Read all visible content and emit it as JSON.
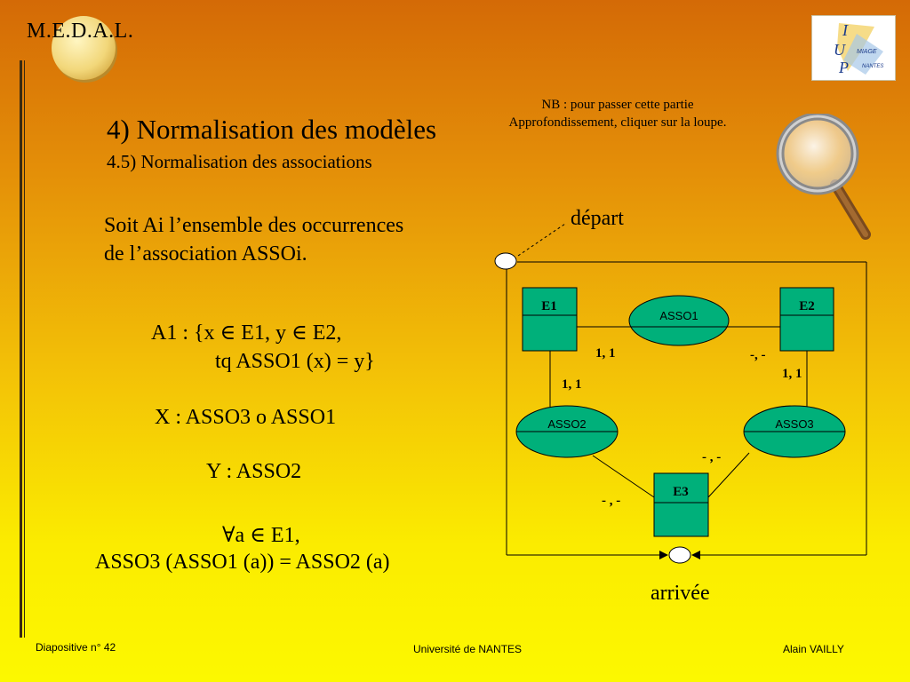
{
  "header": {
    "brand": "M.E.D.A.L.",
    "logo_letters": [
      "I",
      "U",
      "P"
    ],
    "logo_words": [
      "MIAGE",
      "NANTES"
    ]
  },
  "slide": {
    "title": "4) Normalisation des modèles",
    "subtitle": "4.5) Normalisation des associations",
    "nb_line1": "NB : pour passer cette partie",
    "nb_line2": "Approfondissement, cliquer sur la loupe.",
    "text_line1": "Soit Ai l’ensemble des occurrences",
    "text_line2": "de l’association ASSOi.",
    "formula_a1_line1": "A1 : {x ∈ E1, y ∈ E2,",
    "formula_a1_line2": "tq ASSO1 (x) = y}",
    "formula_x": "X : ASSO3 o ASSO1",
    "formula_y": "Y : ASSO2",
    "formula_forall": "∀a ∈ E1,",
    "formula_assert": "ASSO3 (ASSO1 (a)) = ASSO2 (a)"
  },
  "diagram": {
    "depart": "départ",
    "arrivee": "arrivée",
    "entities": {
      "e1": "E1",
      "e2": "E2",
      "e3": "E3"
    },
    "associations": {
      "asso1": "ASSO1",
      "asso2": "ASSO2",
      "asso3": "ASSO3"
    },
    "cardinalities": {
      "e1_asso1": "1, 1",
      "e2_asso1": "-, -",
      "e1_asso2": "1, 1",
      "e2_asso3": "1, 1",
      "e3_asso3": "- , -",
      "e3_asso2": "- , -"
    }
  },
  "footer": {
    "left": "Diapositive n° 42",
    "center": "Université de NANTES",
    "right": "Alain VAILLY"
  },
  "colors": {
    "background_top": "#d46a06",
    "background_bottom": "#fcf800",
    "shape_fill": "#00b07a"
  }
}
